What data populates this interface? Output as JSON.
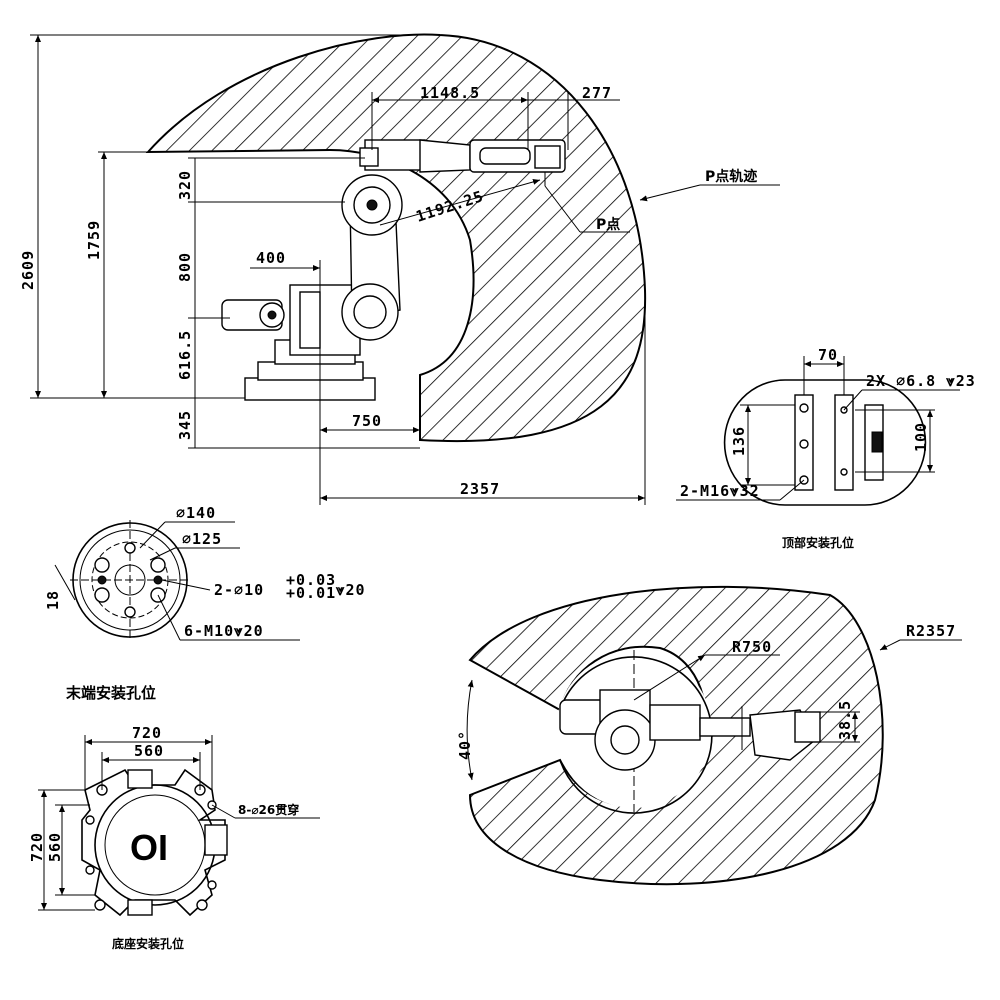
{
  "side_view": {
    "dims": {
      "reach_top": "1148.5",
      "reach_end": "277",
      "height_total": "2609",
      "height_arm": "1759",
      "seg_320": "320",
      "seg_800": "800",
      "seg_616": "616.5",
      "seg_345": "345",
      "offset_400": "400",
      "radius_1192": "1192.25",
      "inner_750": "750",
      "outer_2357": "2357"
    },
    "labels": {
      "p_trajectory": "P点轨迹",
      "p_point": "P点"
    }
  },
  "top_mount": {
    "dims": {
      "width_70": "70",
      "height_136": "136",
      "height_100": "100",
      "holes_small": "2X  ⌀6.8 ⩔23",
      "holes_m16": "2-M16⩔32"
    },
    "title": "顶部安装孔位"
  },
  "end_mount": {
    "dims": {
      "d140": "⌀140",
      "d125": "⌀125",
      "pin_holes_prefix": "2-⌀10",
      "tol_upper": "+0.03",
      "tol_lower": "+0.01",
      "depth_20": "⩔20",
      "m10_holes": "6-M10⩔20",
      "side_18": "18"
    },
    "title": "末端安装孔位"
  },
  "base_mount": {
    "dims": {
      "w720": "720",
      "w560": "560",
      "h720": "720",
      "h560": "560",
      "holes_26": "8-⌀26贯穿"
    },
    "logo": "OI",
    "title": "底座安装孔位"
  },
  "plan_view": {
    "dims": {
      "r750": "R750",
      "r2357": "R2357",
      "angle": "40°",
      "offset_38": "38.5"
    }
  }
}
